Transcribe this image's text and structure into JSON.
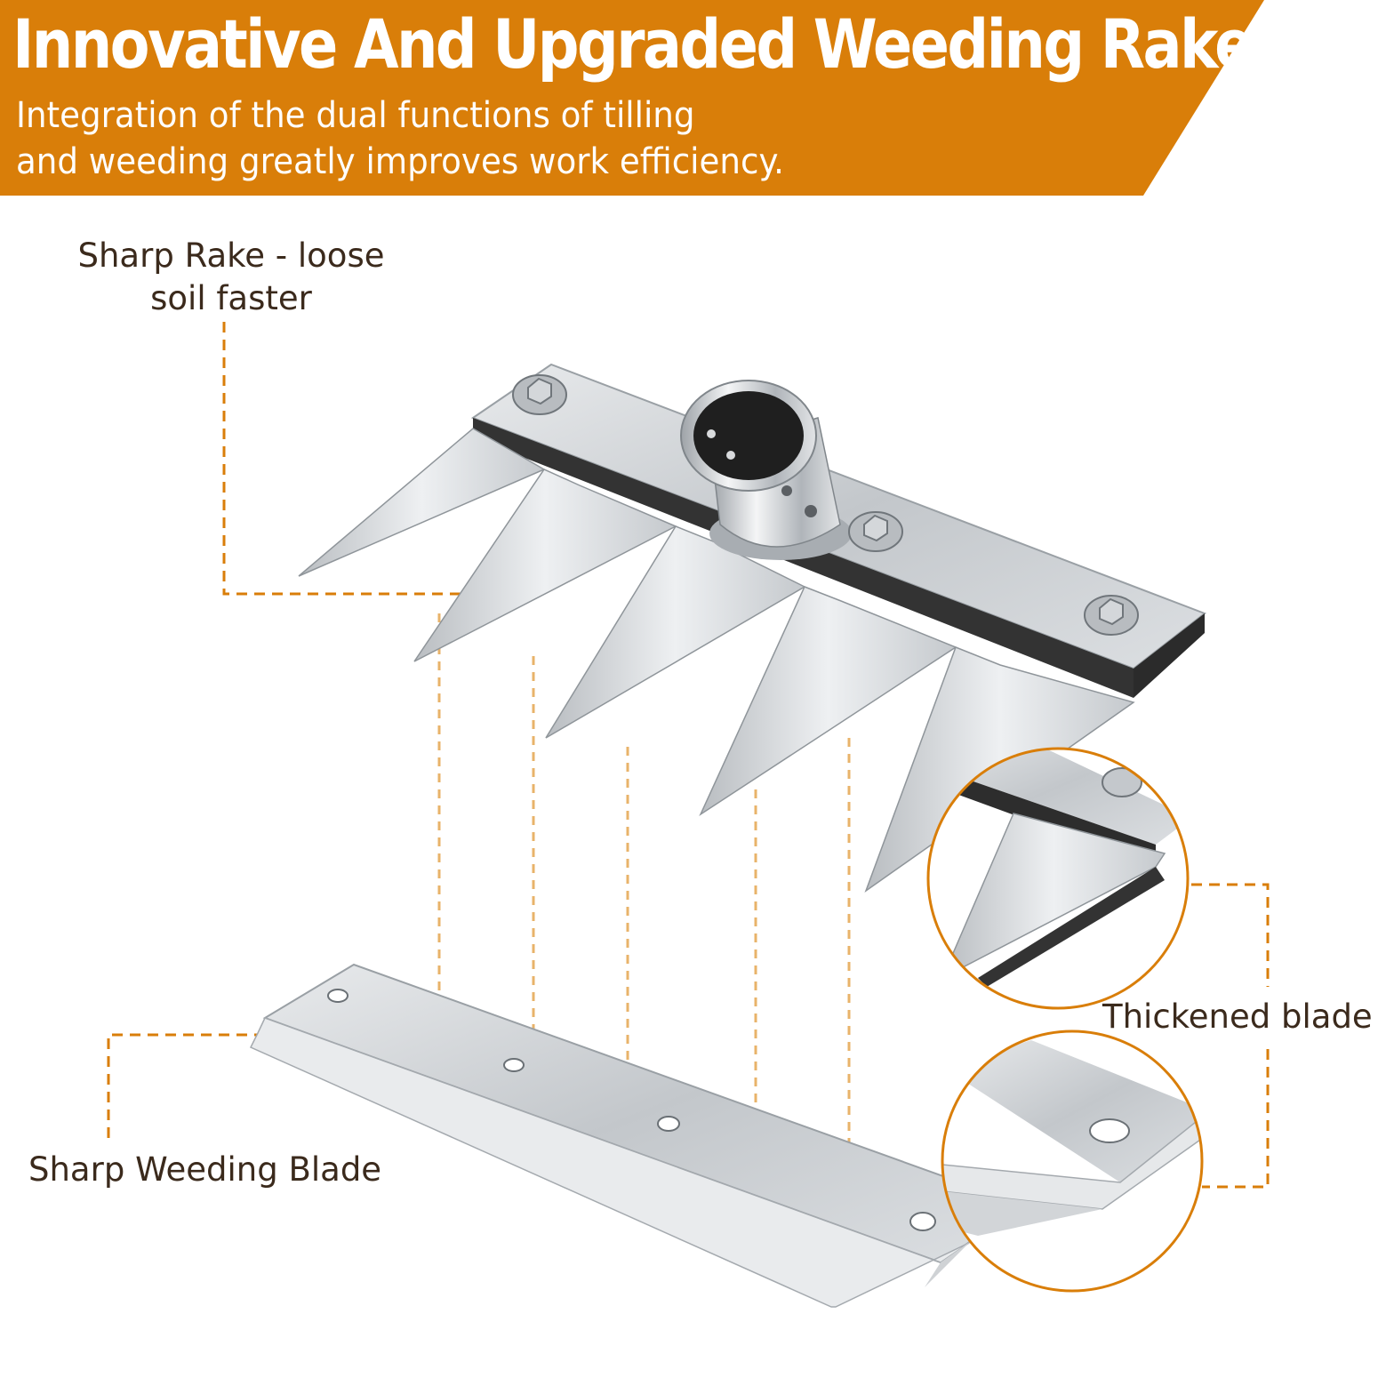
{
  "banner": {
    "title": "Innovative And Upgraded Weeding Rake",
    "subtitle_line1": "Integration of the dual functions of tilling",
    "subtitle_line2": "and weeding greatly improves work efficiency."
  },
  "callouts": {
    "rake_line1": "Sharp Rake - loose",
    "rake_line2": "soil faster",
    "weeding_blade": "Sharp Weeding Blade",
    "thickened_blade": "Thickened blade"
  },
  "colors": {
    "accent": "#d97e09",
    "label_text": "#3b2a1c",
    "steel": "#c9cdd1",
    "steel_dark": "#3a3a3a"
  },
  "icons": [
    "rake-head-illustration",
    "weeding-blade-illustration",
    "zoom-circle-rake",
    "zoom-circle-blade"
  ]
}
